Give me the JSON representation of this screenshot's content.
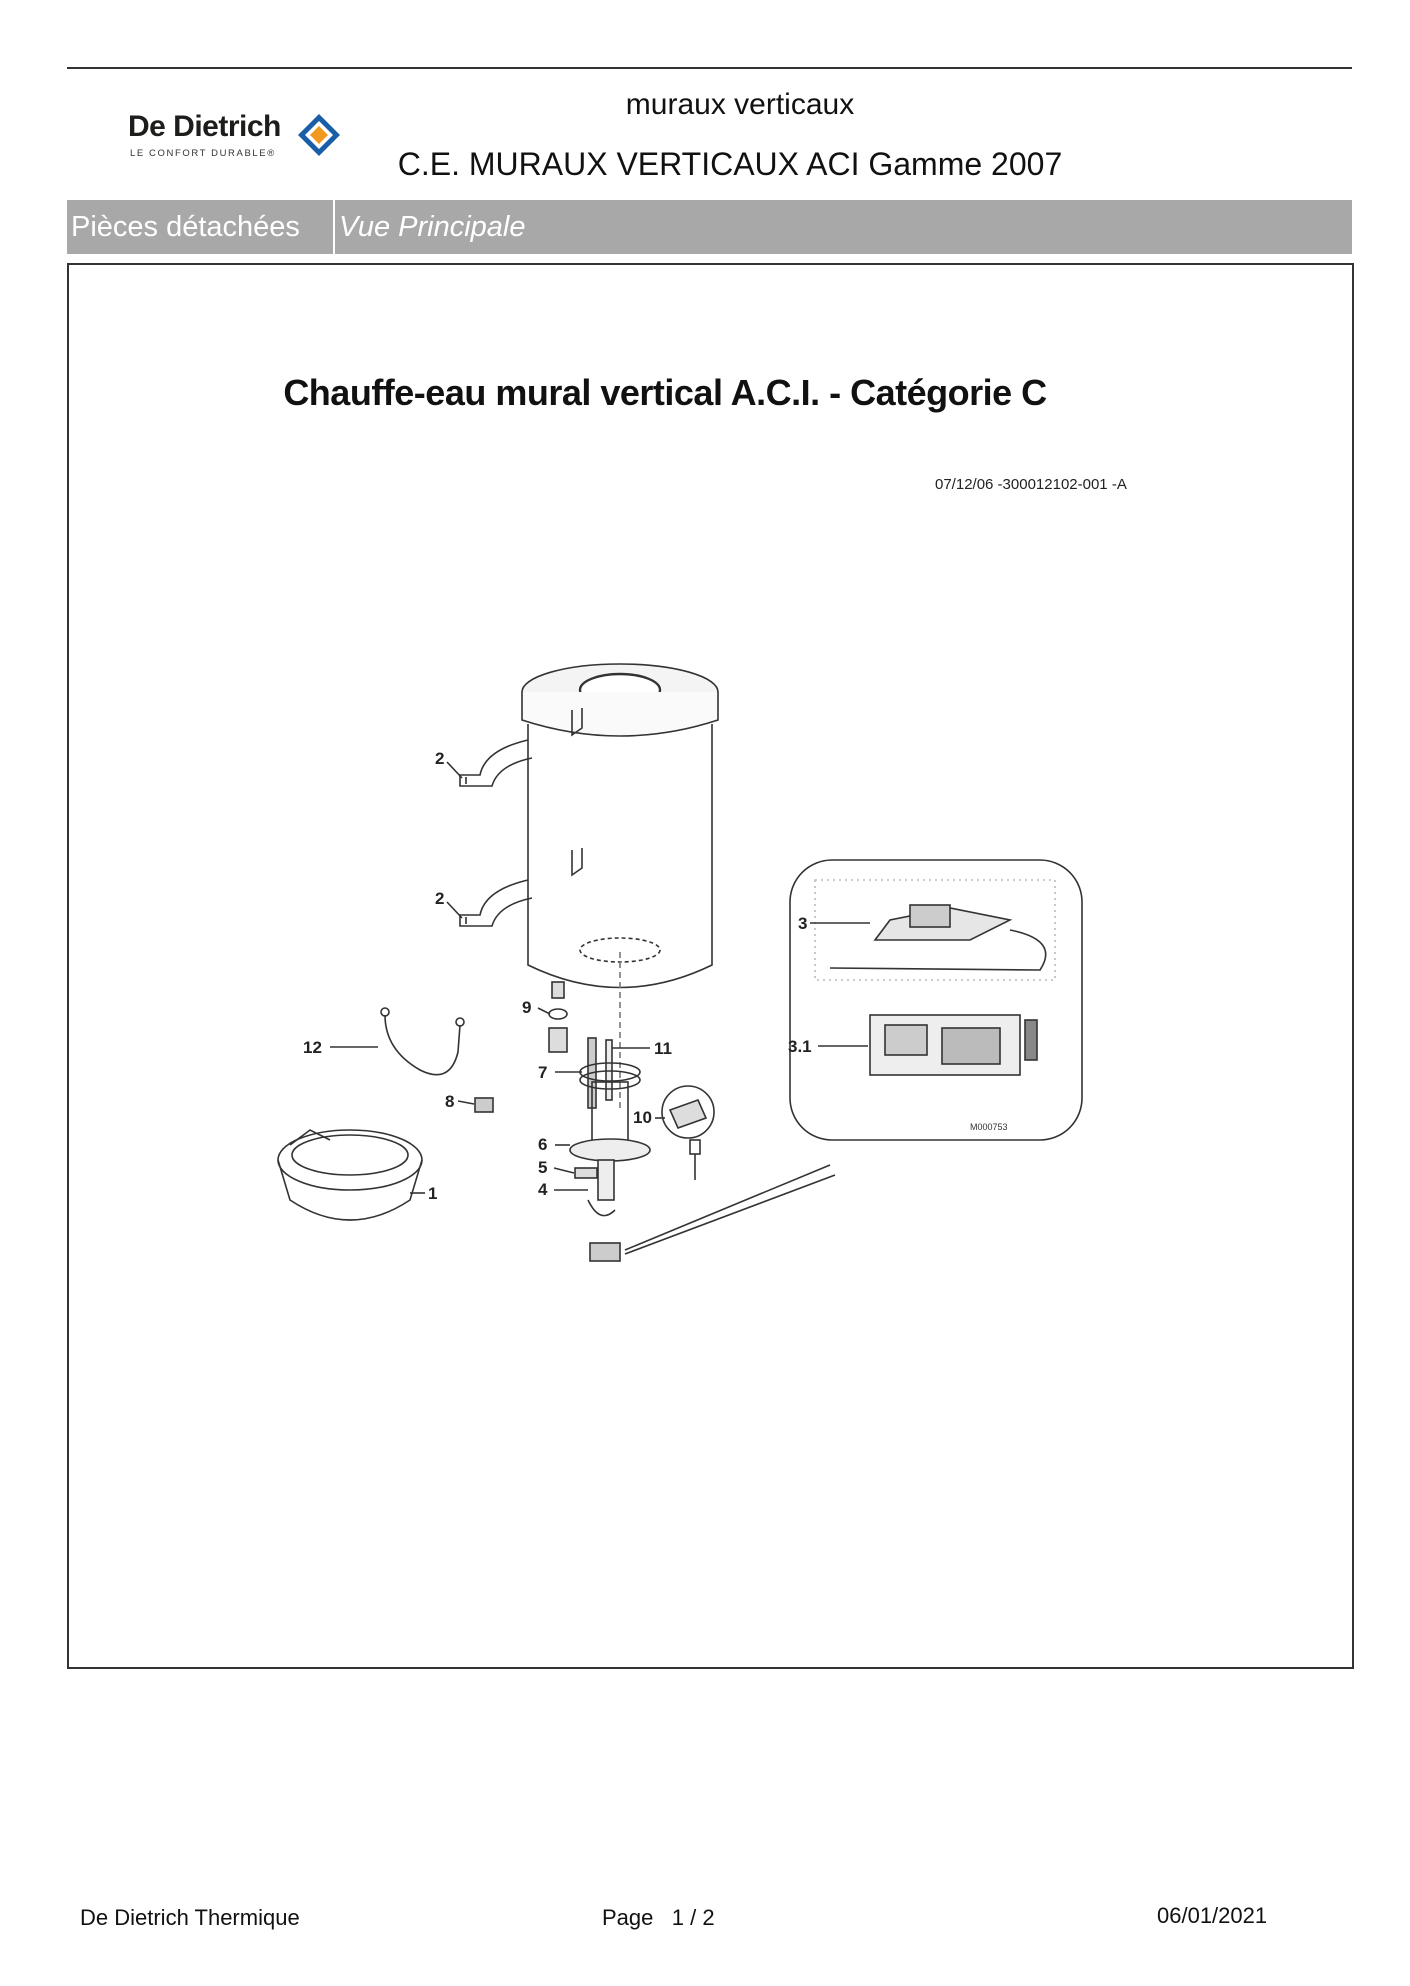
{
  "brand": {
    "name": "De Dietrich",
    "tagline": "LE CONFORT DURABLE®"
  },
  "header": {
    "category": "muraux verticaux",
    "product": "C.E. MURAUX VERTICAUX ACI Gamme 2007"
  },
  "tabs": {
    "section": "Pièces détachées",
    "view": "Vue Principale"
  },
  "drawing": {
    "title": "Chauffe-eau mural vertical A.C.I. - Catégorie C",
    "reference": "07/12/06 -300012102-001 -A",
    "inset_code": "M000753",
    "labels": {
      "l2a": "2",
      "l2b": "2",
      "l3": "3",
      "l31": "3.1",
      "l12": "12",
      "l9": "9",
      "l11": "11",
      "l7": "7",
      "l8": "8",
      "l10": "10",
      "l6": "6",
      "l5": "5",
      "l4": "4",
      "l1": "1"
    }
  },
  "footer": {
    "company": "De Dietrich Thermique",
    "page_label": "Page",
    "page_current": "1",
    "page_sep": "/",
    "page_total": "2",
    "date": "06/01/2021"
  }
}
